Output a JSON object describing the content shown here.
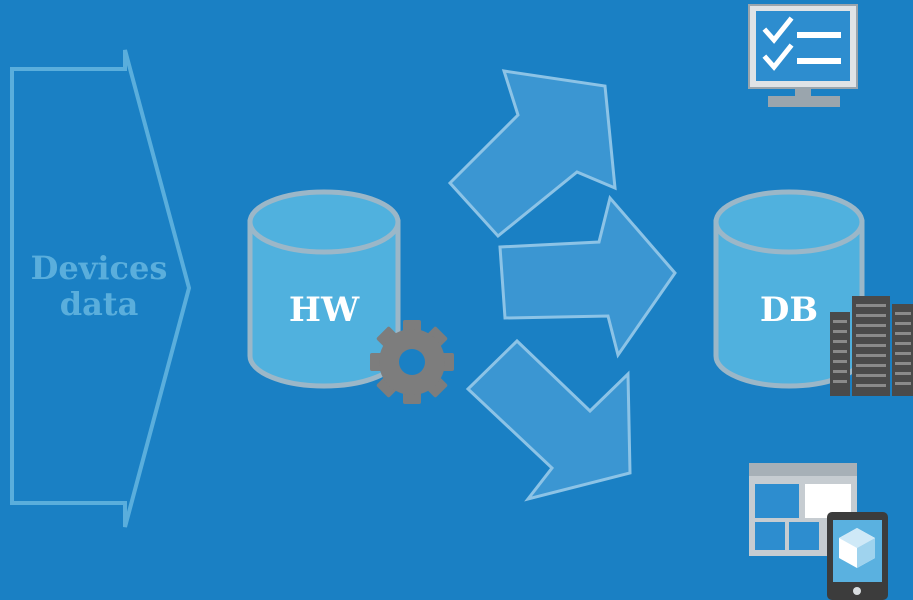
{
  "source_block": {
    "line1": "Devices",
    "line2": "data"
  },
  "hw_database": {
    "label": "HW"
  },
  "db_database": {
    "label": "DB"
  },
  "icons": [
    "gear-icon",
    "server-rack-icon",
    "monitor-checklist-icon",
    "dashboard-tablet-icon"
  ],
  "colors": {
    "background": "#1a80c4",
    "cylinder_fill": "#50b1de",
    "cylinder_stroke": "#9bb7c8",
    "arrow_fill": "#3b96d2",
    "arrow_stroke": "#8cc3e6",
    "source_outline": "#5aaedc"
  }
}
